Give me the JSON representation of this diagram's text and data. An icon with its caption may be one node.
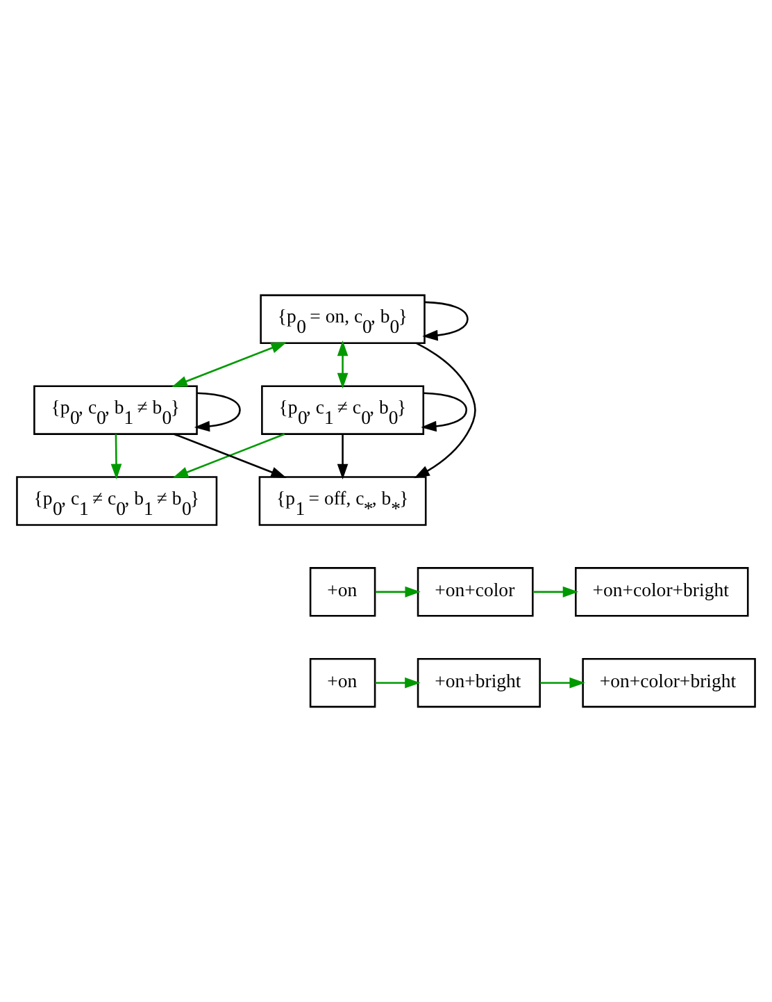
{
  "diagram": {
    "nodes": [
      {
        "text": [
          "{p$_{0}$ = on, c$_{0}$, b$_{0}$}"
        ]
      },
      {
        "text": [
          "{p$_{0}$, c$_{1}$ ≠ c$_{0}$, b$_{0}$}"
        ]
      },
      {
        "text": [
          "{p$_{0}$, c$_{0}$, b$_{1}$ ≠ b$_{0}$}"
        ]
      },
      {
        "text": [
          "{p$_{0}$, c$_{1}$ ≠ c$_{0}$, b$_{1}$ ≠ b$_{0}$}"
        ]
      },
      {
        "text": [
          "{p$_{1}$ = off, c$_{*}$, b$_{*}$}"
        ]
      },
      {
        "text": [
          "+on"
        ]
      },
      {
        "text": [
          "+on+color"
        ]
      },
      {
        "text": [
          "+on+color+bright"
        ]
      },
      {
        "text": [
          "+on"
        ]
      },
      {
        "text": [
          "+on+bright"
        ]
      },
      {
        "text": [
          "+on+color+bright"
        ]
      }
    ],
    "edges": [
      {
        "from": 0,
        "to": 0,
        "arrow": "to",
        "color": "#000000"
      },
      {
        "from": 1,
        "to": 1,
        "arrow": "to",
        "color": "#000000"
      },
      {
        "from": 2,
        "to": 2,
        "arrow": "to",
        "color": "#000000"
      },
      {
        "from": 0,
        "to": 1,
        "arrow": "both"
      },
      {
        "from": 0,
        "to": 2,
        "arrow": "both"
      },
      {
        "from": 1,
        "to": 3,
        "arrow": "to"
      },
      {
        "from": 2,
        "to": 3,
        "arrow": "to"
      },
      {
        "from": 1,
        "to": 4,
        "arrow": "to",
        "color": "#000000"
      },
      {
        "from": 2,
        "to": 4,
        "arrow": "to",
        "color": "#000000"
      },
      {
        "from": 0,
        "to": 4,
        "arrow": "to",
        "color": "#000000"
      },
      {
        "from": 5,
        "to": 6,
        "arrow": "to"
      },
      {
        "from": 6,
        "to": 7,
        "arrow": "to"
      },
      {
        "from": 8,
        "to": 9,
        "arrow": "to"
      },
      {
        "from": 9,
        "to": 10,
        "arrow": "to"
      }
    ]
  }
}
